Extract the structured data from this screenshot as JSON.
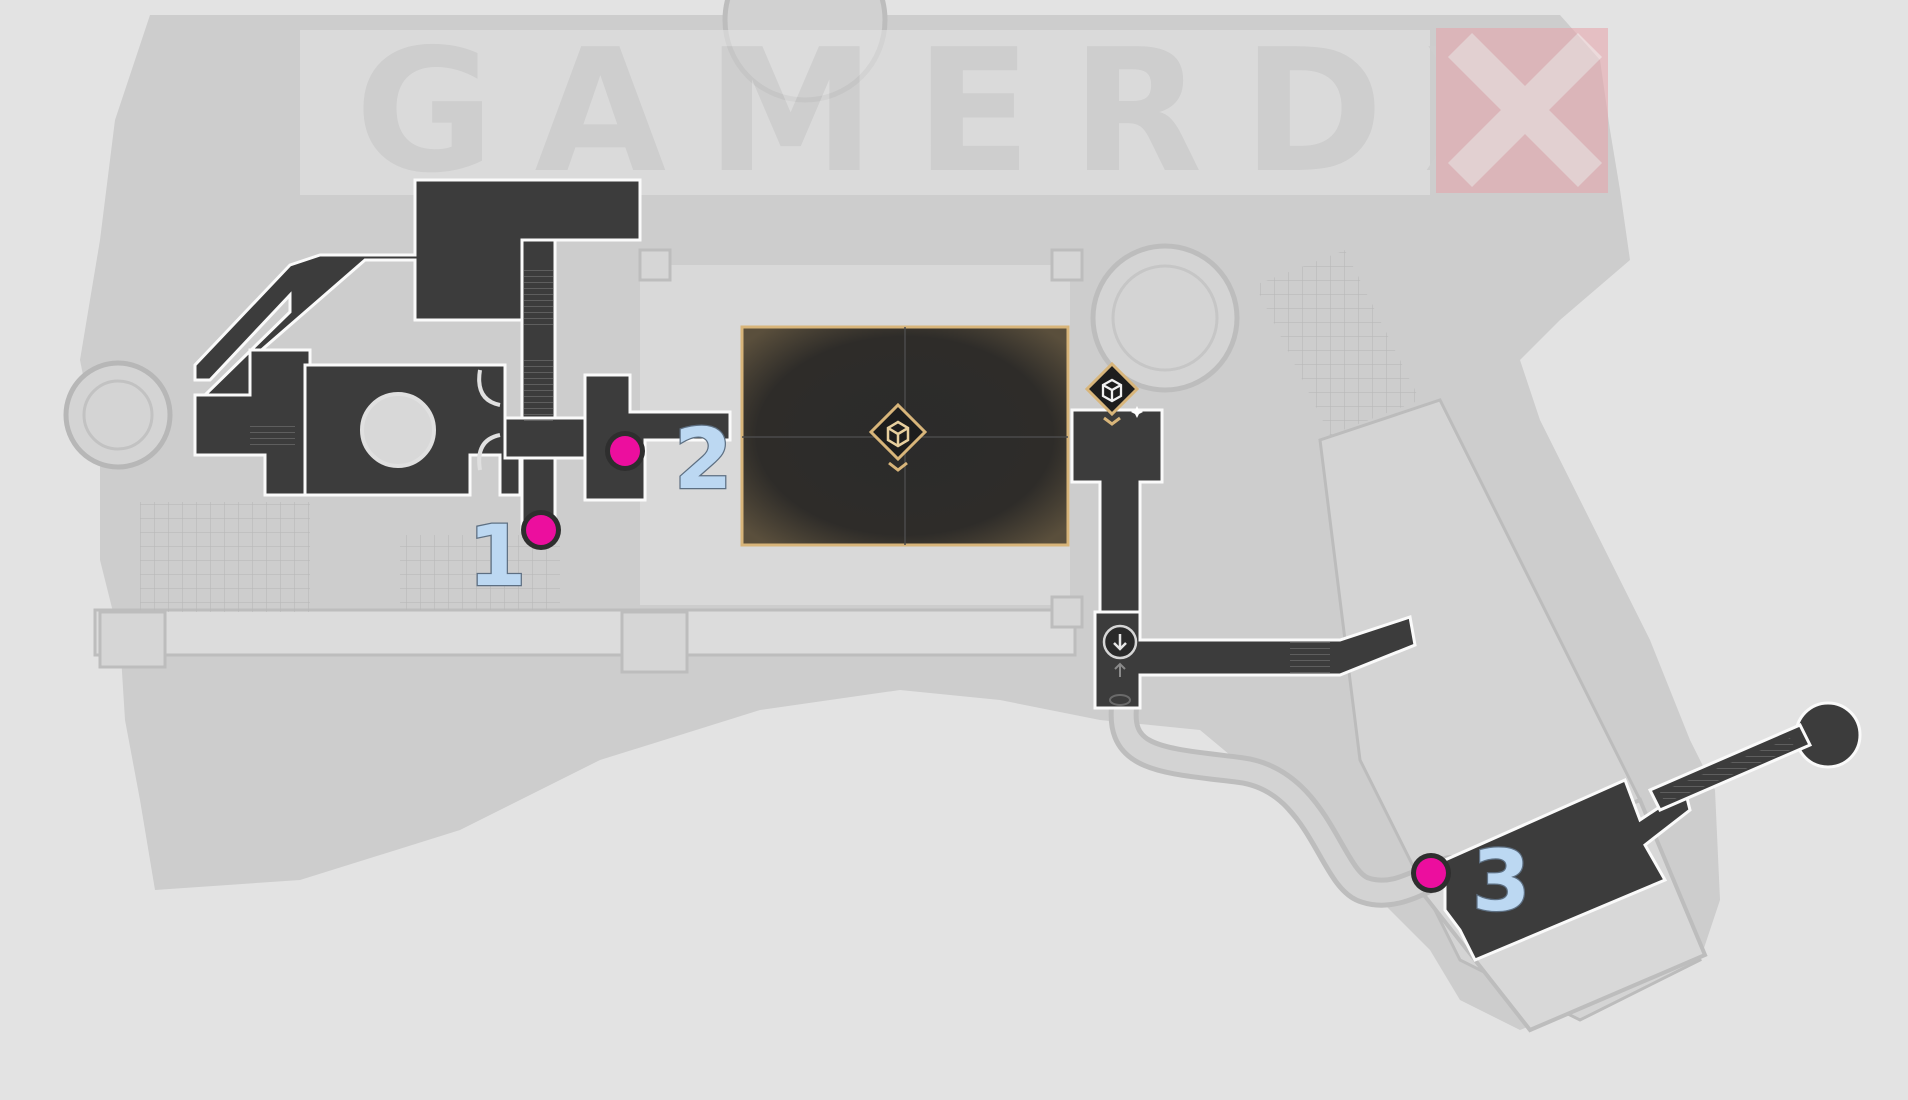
{
  "map": {
    "watermark_text": "GAMERDX",
    "markers": [
      {
        "label": "1"
      },
      {
        "label": "2"
      },
      {
        "label": "3"
      }
    ],
    "icons": [
      "loot-crate-icon-center",
      "loot-crate-icon-east",
      "elevator-down-icon",
      "elevator-up-icon"
    ]
  },
  "colors": {
    "background": "#e3e3e3",
    "terrain": "#cdcdcd",
    "path": "#3c3c3c",
    "highlight_border": "#d8b57a",
    "marker_dot": "#ec0e9e",
    "marker_number": "#bcd8f2",
    "watermark_x": "#e7a3a9"
  }
}
